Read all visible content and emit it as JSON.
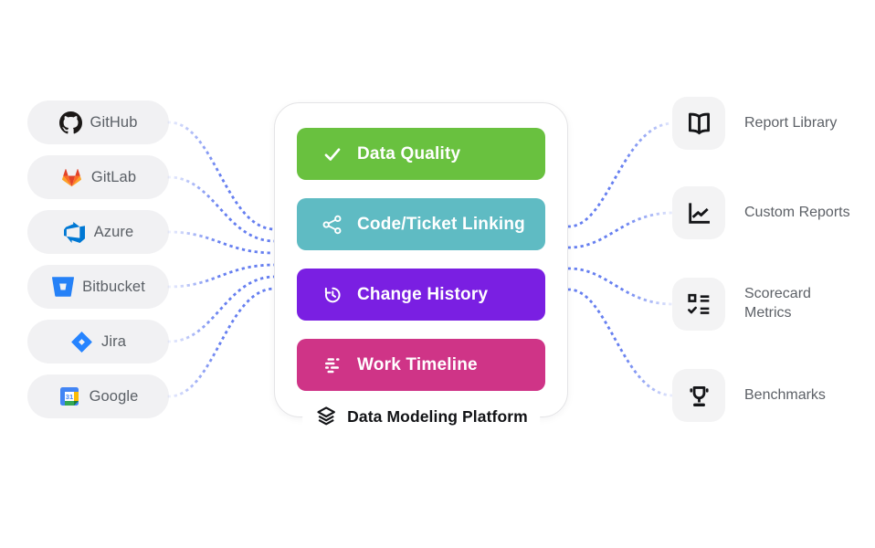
{
  "colors": {
    "connector": "#4463ed",
    "pill_bg": "#f1f1f3",
    "tile_bg": "#f3f3f4",
    "card_border": "#e4e4e6"
  },
  "sources": [
    {
      "label": "GitHub",
      "icon": "github-icon"
    },
    {
      "label": "GitLab",
      "icon": "gitlab-icon"
    },
    {
      "label": "Azure",
      "icon": "azure-icon"
    },
    {
      "label": "Bitbucket",
      "icon": "bitbucket-icon"
    },
    {
      "label": "Jira",
      "icon": "jira-icon"
    },
    {
      "label": "Google",
      "icon": "google-calendar-icon"
    }
  ],
  "platform": {
    "label": "Data Modeling Platform",
    "icon": "layers-icon",
    "features": [
      {
        "label": "Data Quality",
        "icon": "check-icon",
        "color": "#69c13f"
      },
      {
        "label": "Code/Ticket Linking",
        "icon": "share-nodes-icon",
        "color": "#5fbbc3"
      },
      {
        "label": "Change History",
        "icon": "history-icon",
        "color": "#7a1fe2"
      },
      {
        "label": "Work Timeline",
        "icon": "timeline-icon",
        "color": "#cf3487"
      }
    ]
  },
  "outputs": [
    {
      "label": "Report Library",
      "icon": "book-open-icon"
    },
    {
      "label": "Custom Reports",
      "icon": "line-chart-icon"
    },
    {
      "label": "Scorecard\nMetrics",
      "icon": "checklist-icon"
    },
    {
      "label": "Benchmarks",
      "icon": "trophy-icon"
    }
  ]
}
